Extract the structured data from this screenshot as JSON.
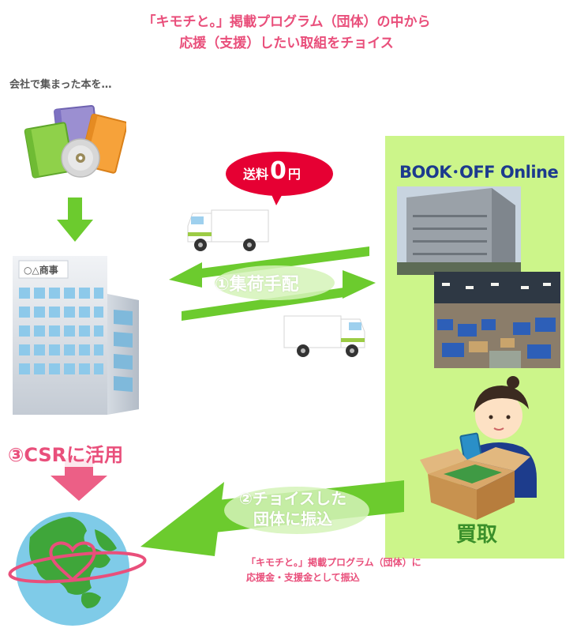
{
  "title": {
    "line1": "「キモチと。」掲載プログラム（団体）の中から",
    "line2": "応援（支援）したい取組をチョイス"
  },
  "company_note": "会社で集まった本を…",
  "company_sign": "○△商事",
  "shipping_badge": {
    "prefix": "送料",
    "zero": "0",
    "suffix": "円"
  },
  "step1": "①集荷手配",
  "step2": {
    "line1": "②チョイスした",
    "line2": "団体に振込"
  },
  "step3": "③CSRに活用",
  "bookoff_logo": "BOOK･OFF Online",
  "purchase_label": "買取",
  "transfer_note": {
    "line1": "「キモチと。」掲載プログラム（団体）に",
    "line2": "応援金・支援金として振込"
  },
  "colors": {
    "accent_pink": "#e94f7b",
    "arrow_green": "#6ccb2e",
    "panel_green": "#ccf58a",
    "logo_navy": "#1c3a8e"
  }
}
